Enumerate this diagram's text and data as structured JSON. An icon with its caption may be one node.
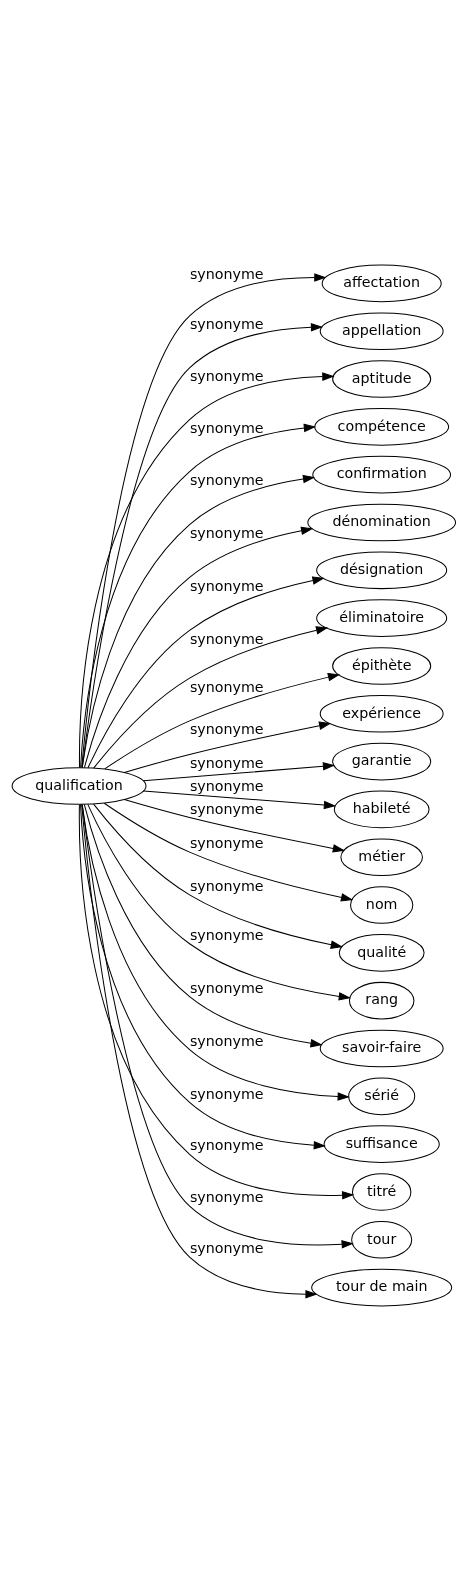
{
  "diagram": {
    "nodes": [
      {
        "text": [
          "qualification"
        ]
      },
      {
        "text": [
          "affectation"
        ]
      },
      {
        "text": [
          "appellation"
        ]
      },
      {
        "text": [
          "aptitude"
        ]
      },
      {
        "text": [
          "compétence"
        ]
      },
      {
        "text": [
          "confirmation"
        ]
      },
      {
        "text": [
          "dénomination"
        ]
      },
      {
        "text": [
          "désignation"
        ]
      },
      {
        "text": [
          "éliminatoire"
        ]
      },
      {
        "text": [
          "épithète"
        ]
      },
      {
        "text": [
          "expérience"
        ]
      },
      {
        "text": [
          "garantie"
        ]
      },
      {
        "text": [
          "habileté"
        ]
      },
      {
        "text": [
          "métier"
        ]
      },
      {
        "text": [
          "nom"
        ]
      },
      {
        "text": [
          "qualité"
        ]
      },
      {
        "text": [
          "rang"
        ]
      },
      {
        "text": [
          "savoir-faire"
        ]
      },
      {
        "text": [
          "sérié"
        ]
      },
      {
        "text": [
          "suffisance"
        ]
      },
      {
        "text": [
          "titré"
        ]
      },
      {
        "text": [
          "tour"
        ]
      },
      {
        "text": [
          "tour de main"
        ]
      }
    ],
    "edges": [
      {
        "from": 0,
        "to": 1,
        "arrow": "to",
        "label": "synonyme"
      },
      {
        "from": 0,
        "to": 2,
        "arrow": "to",
        "label": "synonyme"
      },
      {
        "from": 0,
        "to": 3,
        "arrow": "to",
        "label": "synonyme"
      },
      {
        "from": 0,
        "to": 4,
        "arrow": "to",
        "label": "synonyme"
      },
      {
        "from": 0,
        "to": 5,
        "arrow": "to",
        "label": "synonyme"
      },
      {
        "from": 0,
        "to": 6,
        "arrow": "to",
        "label": "synonyme"
      },
      {
        "from": 0,
        "to": 7,
        "arrow": "to",
        "label": "synonyme"
      },
      {
        "from": 0,
        "to": 8,
        "arrow": "to",
        "label": "synonyme"
      },
      {
        "from": 0,
        "to": 9,
        "arrow": "to",
        "label": "synonyme"
      },
      {
        "from": 0,
        "to": 10,
        "arrow": "to",
        "label": "synonyme"
      },
      {
        "from": 0,
        "to": 11,
        "arrow": "to",
        "label": "synonyme"
      },
      {
        "from": 0,
        "to": 12,
        "arrow": "to",
        "label": "synonyme"
      },
      {
        "from": 0,
        "to": 13,
        "arrow": "to",
        "label": "synonyme"
      },
      {
        "from": 0,
        "to": 14,
        "arrow": "to",
        "label": "synonyme"
      },
      {
        "from": 0,
        "to": 15,
        "arrow": "to",
        "label": "synonyme"
      },
      {
        "from": 0,
        "to": 16,
        "arrow": "to",
        "label": "synonyme"
      },
      {
        "from": 0,
        "to": 17,
        "arrow": "to",
        "label": "synonyme"
      },
      {
        "from": 0,
        "to": 18,
        "arrow": "to",
        "label": "synonyme"
      },
      {
        "from": 0,
        "to": 19,
        "arrow": "to",
        "label": "synonyme"
      },
      {
        "from": 0,
        "to": 20,
        "arrow": "to",
        "label": "synonyme"
      },
      {
        "from": 0,
        "to": 21,
        "arrow": "to",
        "label": "synonyme"
      },
      {
        "from": 0,
        "to": 22,
        "arrow": "to",
        "label": "synonyme"
      }
    ]
  }
}
